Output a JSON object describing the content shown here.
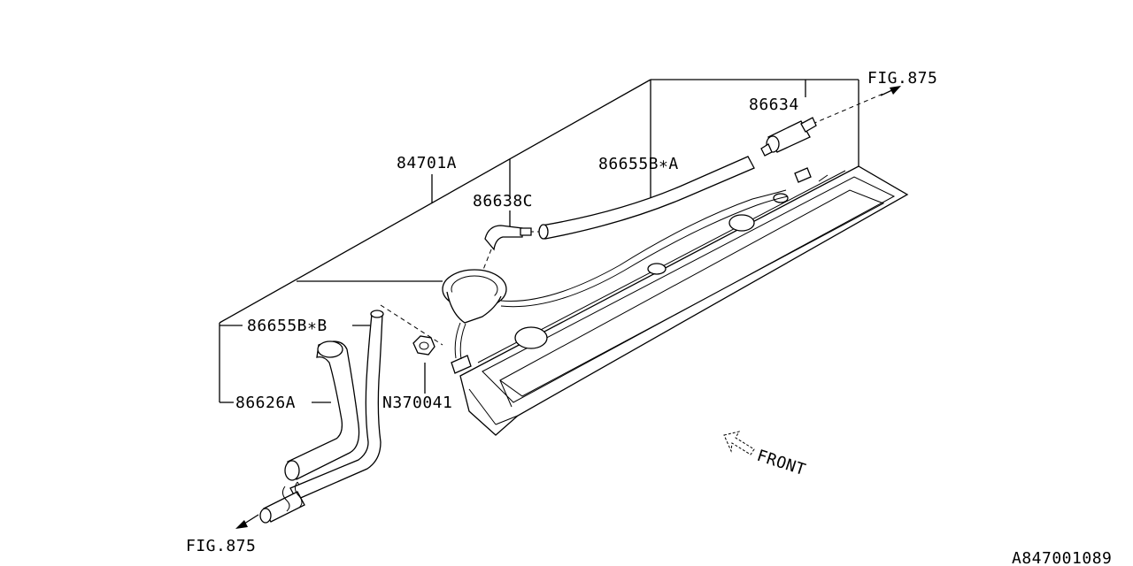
{
  "diagram": {
    "labels": {
      "p84701A": "84701A",
      "p86634": "86634",
      "p86655BA": "86655B∗A",
      "p86638C": "86638C",
      "p86655BB": "86655B∗B",
      "p86626A": "86626A",
      "pN370041": "N370041",
      "fig_top": "FIG.875",
      "fig_bottom": "FIG.875",
      "front": "FRONT",
      "code": "A847001089"
    }
  }
}
